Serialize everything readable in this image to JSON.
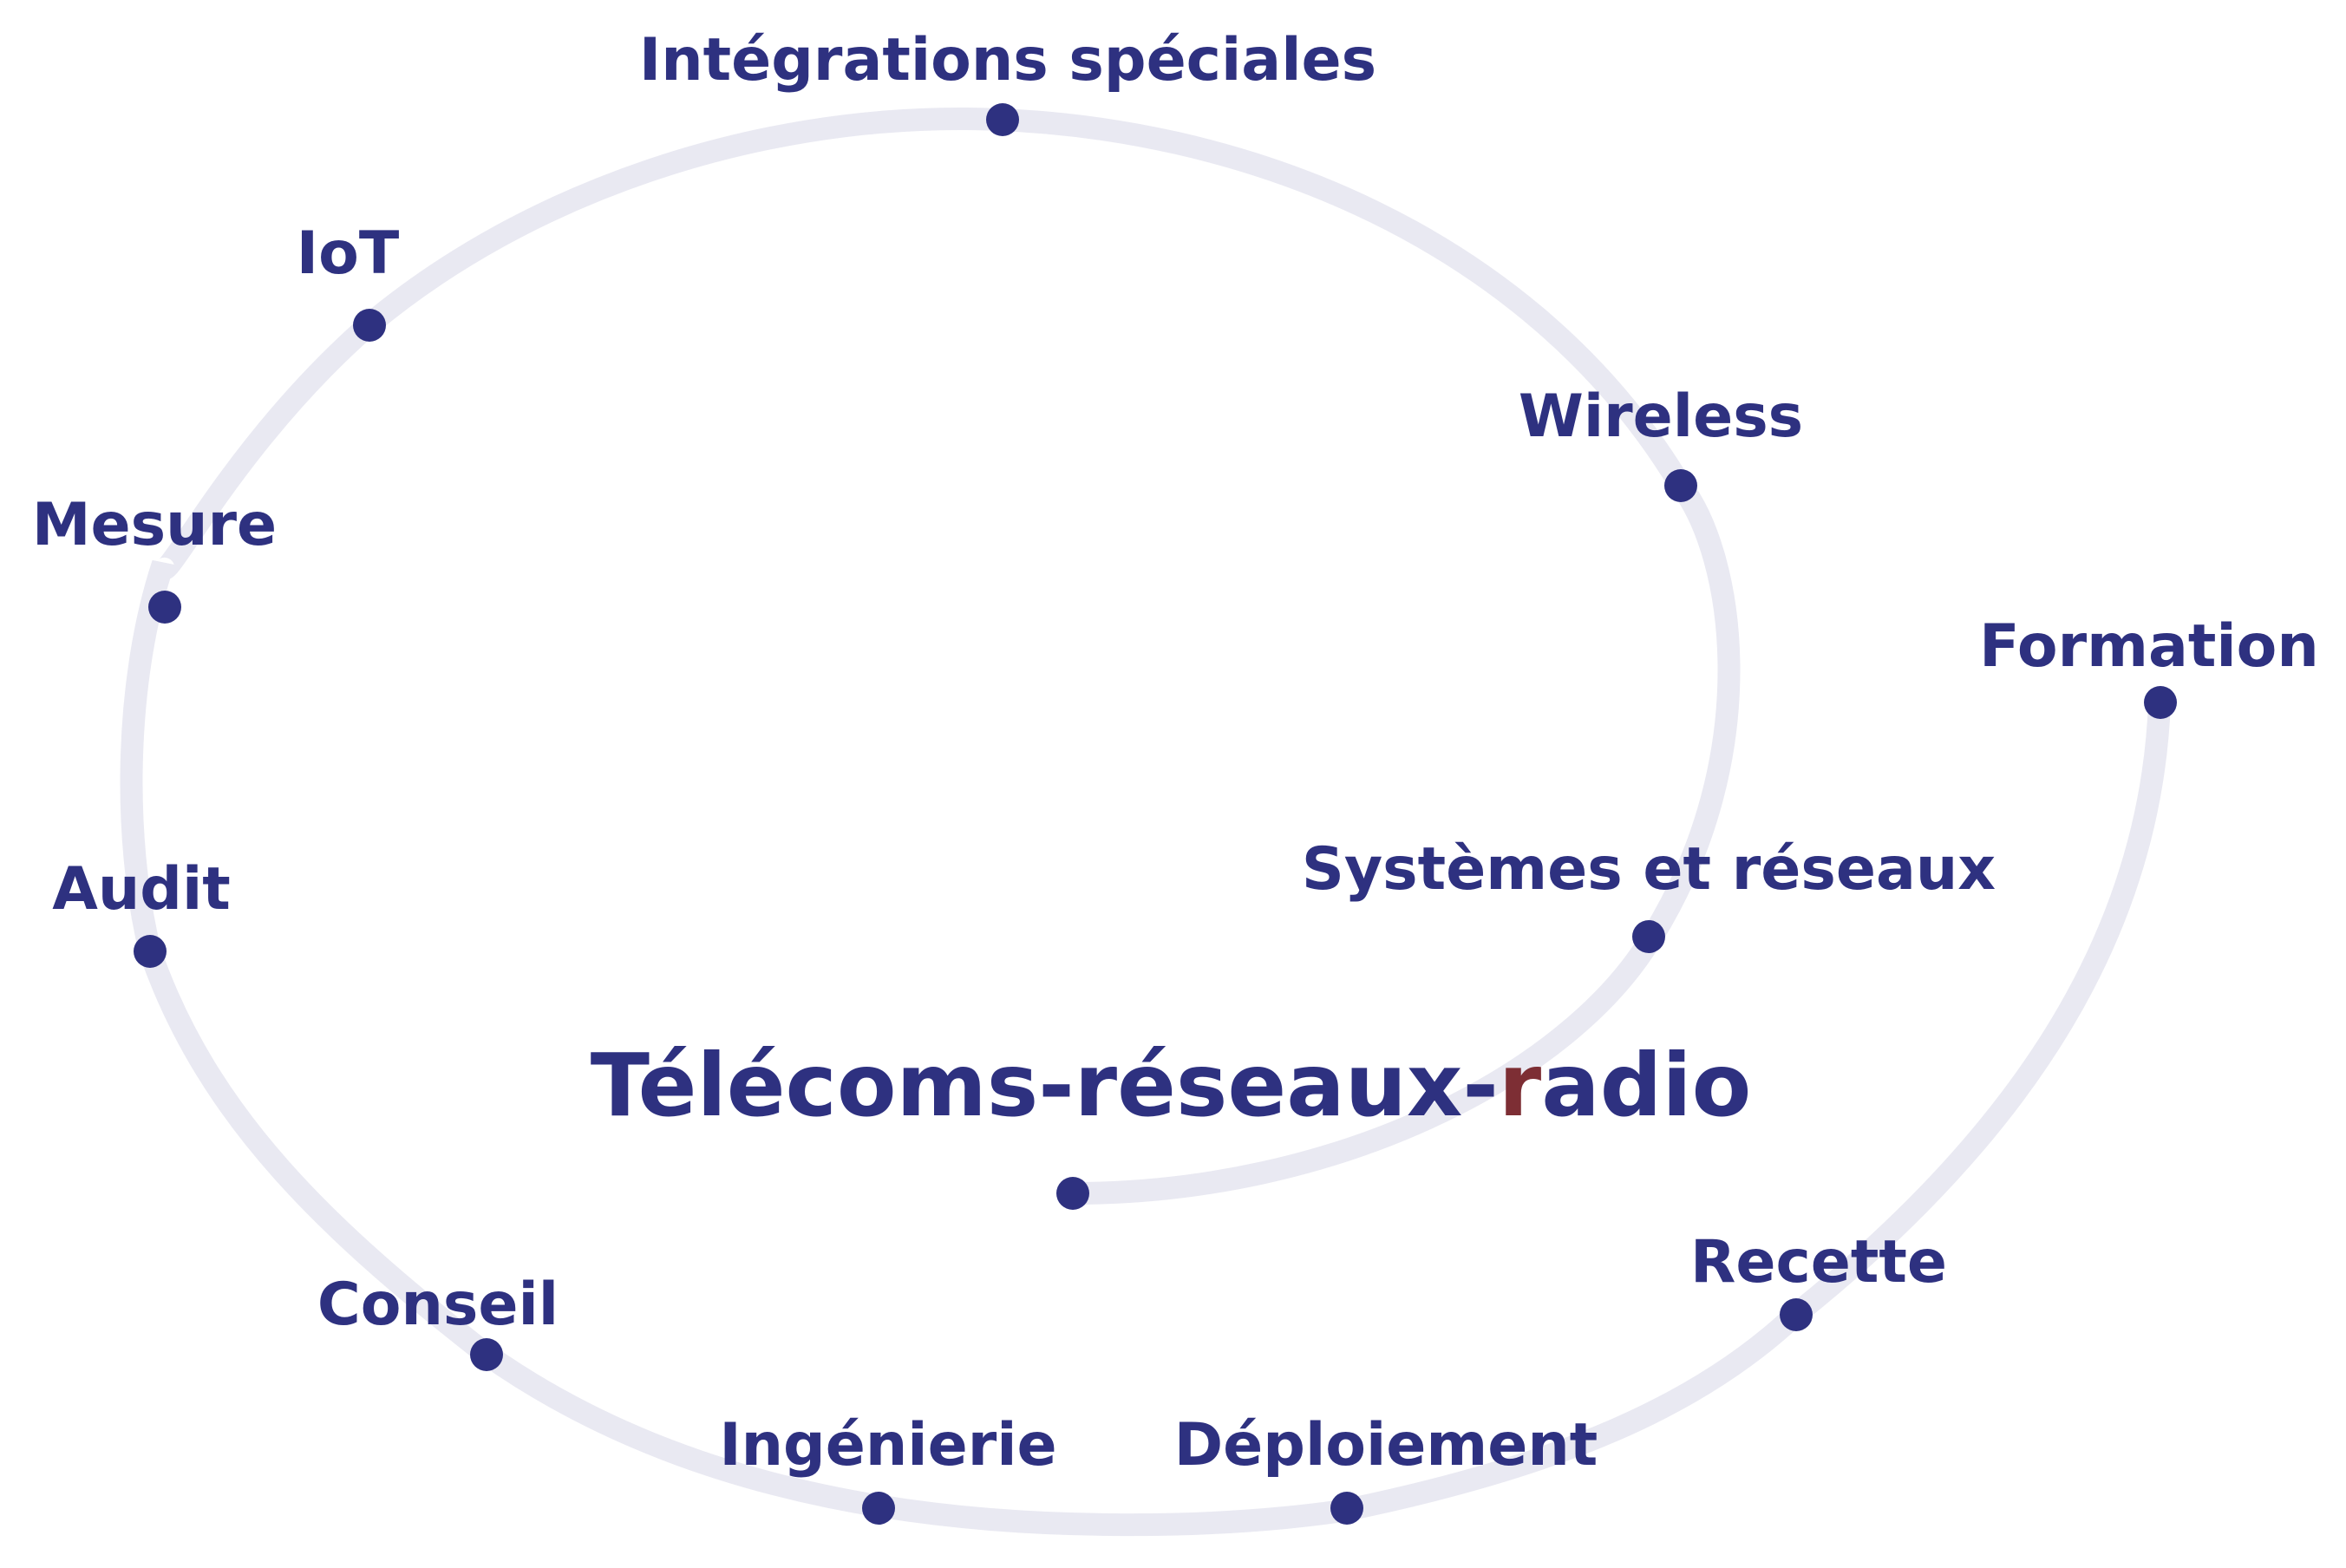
{
  "title": {
    "prefix": "Télécoms-réseaux-",
    "highlight": "r",
    "suffix": "adio"
  },
  "nodes": [
    {
      "id": "integrations",
      "label": "Intégrations spéciales"
    },
    {
      "id": "iot",
      "label": "IoT"
    },
    {
      "id": "wireless",
      "label": "Wireless"
    },
    {
      "id": "mesure",
      "label": "Mesure"
    },
    {
      "id": "formation",
      "label": "Formation"
    },
    {
      "id": "systemes",
      "label": "Systèmes et réseaux"
    },
    {
      "id": "audit",
      "label": "Audit"
    },
    {
      "id": "recette",
      "label": "Recette"
    },
    {
      "id": "conseil",
      "label": "Conseil"
    },
    {
      "id": "ingenierie",
      "label": "Ingénierie"
    },
    {
      "id": "deploiement",
      "label": "Déploiement"
    }
  ],
  "colors": {
    "primary": "#2e3180",
    "accent": "#7d2e34",
    "path": "#e9e9f2"
  }
}
